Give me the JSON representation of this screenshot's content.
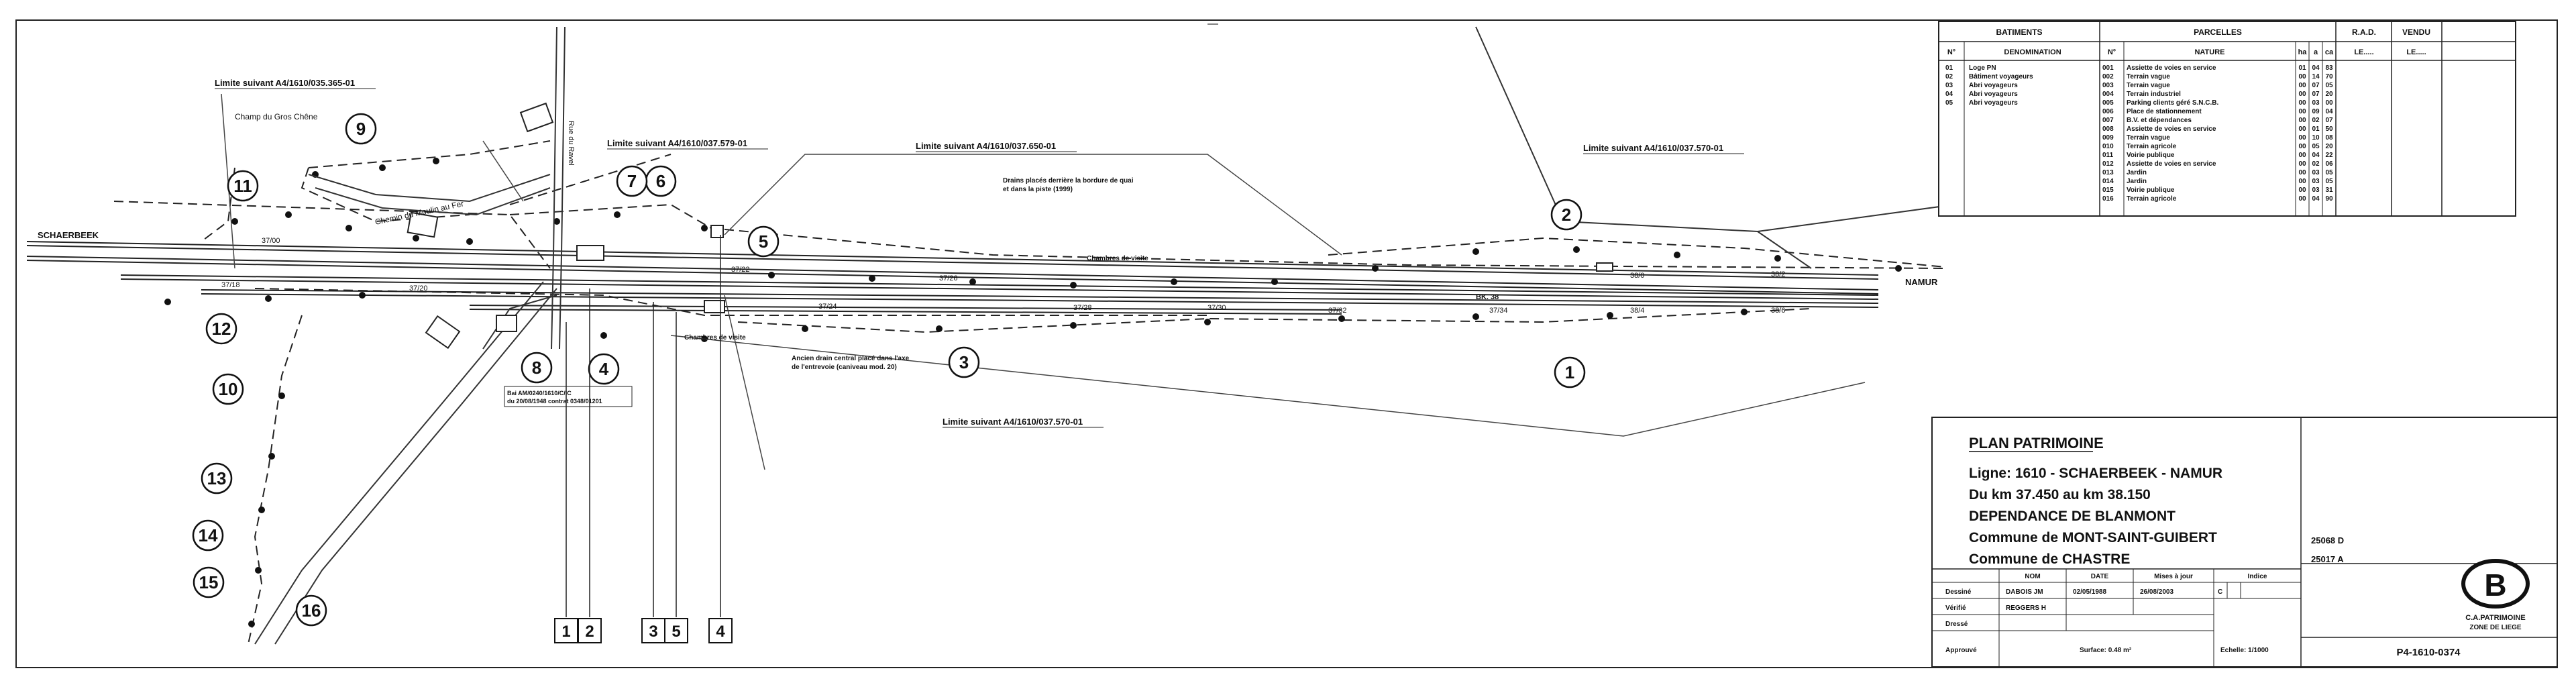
{
  "plan_title": "PLAN PATRIMOINE",
  "info_lines": [
    "Ligne: 1610 - SCHAERBEEK - NAMUR",
    "Du km 37.450 au km 38.150",
    "DEPENDANCE DE BLANMONT",
    "Commune de MONT-SAINT-GUIBERT",
    "Commune de CHASTRE"
  ],
  "codes": {
    "a": "25068 D",
    "b": "25017 A"
  },
  "sign_header": {
    "nom": "NOM",
    "date": "DATE",
    "mise": "Mises à jour",
    "indice": "Indice"
  },
  "sign_rows": [
    {
      "role": "Dessiné",
      "nom": "DABOIS JM",
      "date": "02/05/1988",
      "mise": "26/08/2003",
      "indice": "C"
    },
    {
      "role": "Vérifié",
      "nom": "REGGERS H",
      "date": "",
      "mise": "",
      "indice": ""
    },
    {
      "role": "Dressé",
      "nom": "",
      "date": "",
      "mise": "",
      "indice": ""
    },
    {
      "role": "Approuvé",
      "nom": "",
      "date": "",
      "mise": "",
      "indice": ""
    }
  ],
  "surface": "Surface: 0.48 m²",
  "echelle": "Echelle: 1/1000",
  "logo_letter": "B",
  "logo_lines": [
    "C.A.PATRIMOINE",
    "ZONE DE LIEGE"
  ],
  "plan_number": "P4-1610-0374",
  "legend": {
    "batiments": "BATIMENTS",
    "parcelles": "PARCELLES",
    "rad": "R.A.D.",
    "vendu": "VENDU",
    "n": "N°",
    "denomination": "DENOMINATION",
    "nature": "NATURE",
    "ha": "ha",
    "a": "a",
    "ca": "ca",
    "le": "LE.....",
    "buildings": [
      {
        "n": "01",
        "name": "Loge PN"
      },
      {
        "n": "02",
        "name": "Bâtiment voyageurs"
      },
      {
        "n": "03",
        "name": "Abri voyageurs"
      },
      {
        "n": "04",
        "name": "Abri voyageurs"
      },
      {
        "n": "05",
        "name": "Abri voyageurs"
      }
    ],
    "parcels": [
      {
        "n": "001",
        "nature": "Assiette de voies en service",
        "ha": "01",
        "a": "04",
        "ca": "83"
      },
      {
        "n": "002",
        "nature": "Terrain vague",
        "ha": "00",
        "a": "14",
        "ca": "70"
      },
      {
        "n": "003",
        "nature": "Terrain vague",
        "ha": "00",
        "a": "07",
        "ca": "05"
      },
      {
        "n": "004",
        "nature": "Terrain industriel",
        "ha": "00",
        "a": "07",
        "ca": "20"
      },
      {
        "n": "005",
        "nature": "Parking clients géré S.N.C.B.",
        "ha": "00",
        "a": "03",
        "ca": "00"
      },
      {
        "n": "006",
        "nature": "Place de stationnement",
        "ha": "00",
        "a": "09",
        "ca": "04"
      },
      {
        "n": "007",
        "nature": "B.V. et dépendances",
        "ha": "00",
        "a": "02",
        "ca": "07"
      },
      {
        "n": "008",
        "nature": "Assiette de voies en service",
        "ha": "00",
        "a": "01",
        "ca": "50"
      },
      {
        "n": "009",
        "nature": "Terrain vague",
        "ha": "00",
        "a": "10",
        "ca": "08"
      },
      {
        "n": "010",
        "nature": "Terrain agricole",
        "ha": "00",
        "a": "05",
        "ca": "20"
      },
      {
        "n": "011",
        "nature": "Voirie publique",
        "ha": "00",
        "a": "04",
        "ca": "22"
      },
      {
        "n": "012",
        "nature": "Assiette de voies en service",
        "ha": "00",
        "a": "02",
        "ca": "06"
      },
      {
        "n": "013",
        "nature": "Jardin",
        "ha": "00",
        "a": "03",
        "ca": "05"
      },
      {
        "n": "014",
        "nature": "Jardin",
        "ha": "00",
        "a": "03",
        "ca": "05"
      },
      {
        "n": "015",
        "nature": "Voirie publique",
        "ha": "00",
        "a": "03",
        "ca": "31"
      },
      {
        "n": "016",
        "nature": "Terrain agricole",
        "ha": "00",
        "a": "04",
        "ca": "90"
      }
    ]
  },
  "map": {
    "place_left": "SCHAERBEEK",
    "place_right": "NAMUR",
    "champ": "Champ du Gros Chêne",
    "chemin": "Chemin du Moulin au Fer",
    "rue": "Rue du Ravel",
    "limits": [
      "Limite suivant A4/1610/035.365-01",
      "Limite suivant A4/1610/037.579-01",
      "Limite suivant A4/1610/037.650-01",
      "Limite suivant A4/1610/037.570-01",
      "Limite suivant A4/1610/037.570-01"
    ],
    "note_drains": [
      "Drains placés derrière la bordure de quai",
      "et dans la piste (1999)"
    ],
    "note_ancien": [
      "Ancien drain central placé dans l'axe",
      "de l'entrevoie (caniveau mod. 20)"
    ],
    "note_bail": [
      "Bai AM/0240/1610/C/IC",
      "du 20/08/1948 contrat 0348/01201"
    ],
    "chambre_visite": "Chambres de visite",
    "bk": "BK. 38",
    "km_labels": [
      "37/00",
      "37/18",
      "37/20",
      "37/22",
      "37/24",
      "37/26",
      "37/28",
      "37/30",
      "37/32",
      "37/34",
      "38/0",
      "38/2",
      "38/4",
      "38/6"
    ],
    "circles": [
      "1",
      "2",
      "3",
      "4",
      "5",
      "6",
      "7",
      "8",
      "9",
      "10",
      "11",
      "12",
      "13",
      "14",
      "15",
      "16"
    ],
    "bottom_boxes": [
      "1",
      "2",
      "3",
      "5",
      "4"
    ],
    "top_mark": "—"
  }
}
